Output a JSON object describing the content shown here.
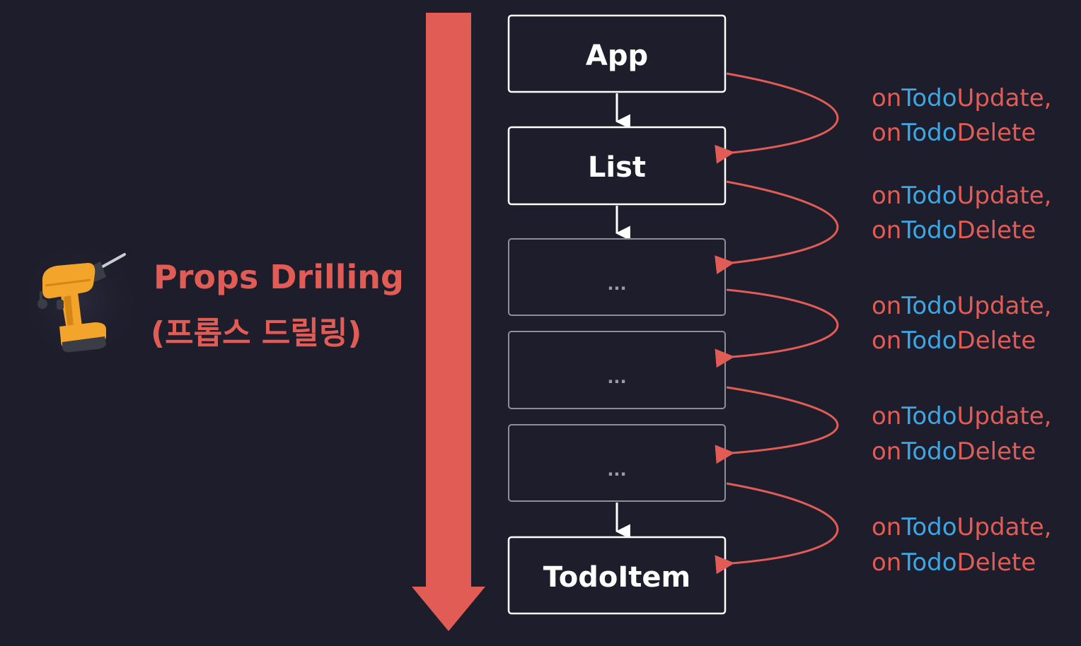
{
  "title": {
    "line1": "Props Drilling",
    "line2": "(프롭스 드릴링)"
  },
  "icon": "drill-icon",
  "colors": {
    "background": "#1d1d2c",
    "accent_red": "#e05c55",
    "accent_blue": "#3ea6e3",
    "node_border_strong": "#ffffff",
    "node_border_muted": "#8f8f99"
  },
  "nodes": [
    {
      "label": "App"
    },
    {
      "label": "List"
    },
    {
      "label": "..."
    },
    {
      "label": "..."
    },
    {
      "label": "..."
    },
    {
      "label": "TodoItem"
    }
  ],
  "props": [
    {
      "line1": {
        "a": "on",
        "b": "Todo",
        "c": "Update,"
      },
      "line2": {
        "a": "on",
        "b": "Todo",
        "c": "Delete"
      }
    },
    {
      "line1": {
        "a": "on",
        "b": "Todo",
        "c": "Update,"
      },
      "line2": {
        "a": "on",
        "b": "Todo",
        "c": "Delete"
      }
    },
    {
      "line1": {
        "a": "on",
        "b": "Todo",
        "c": "Update,"
      },
      "line2": {
        "a": "on",
        "b": "Todo",
        "c": "Delete"
      }
    },
    {
      "line1": {
        "a": "on",
        "b": "Todo",
        "c": "Update,"
      },
      "line2": {
        "a": "on",
        "b": "Todo",
        "c": "Delete"
      }
    },
    {
      "line1": {
        "a": "on",
        "b": "Todo",
        "c": "Update,"
      },
      "line2": {
        "a": "on",
        "b": "Todo",
        "c": "Delete"
      }
    }
  ]
}
